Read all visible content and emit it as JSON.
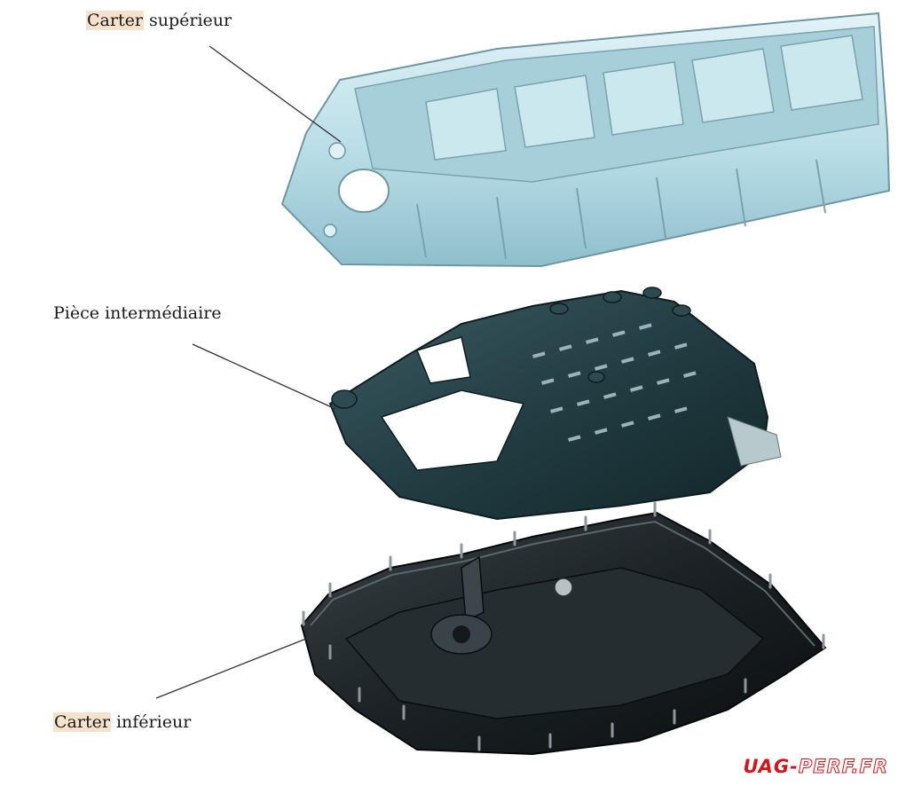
{
  "labels": {
    "upper_highlight": "Carter",
    "upper_rest": " supérieur",
    "middle": "Pièce intermédiaire",
    "lower_highlight": "Carter",
    "lower_rest": " inférieur"
  },
  "watermark": {
    "part1": "UAG-",
    "part2": "PERF.FR"
  },
  "colors": {
    "upper_part": "#b9dde6",
    "middle_part": "#1f3a40",
    "lower_part": "#14191b",
    "label_highlight": "#f6e2cc",
    "watermark": "#d6141c"
  }
}
